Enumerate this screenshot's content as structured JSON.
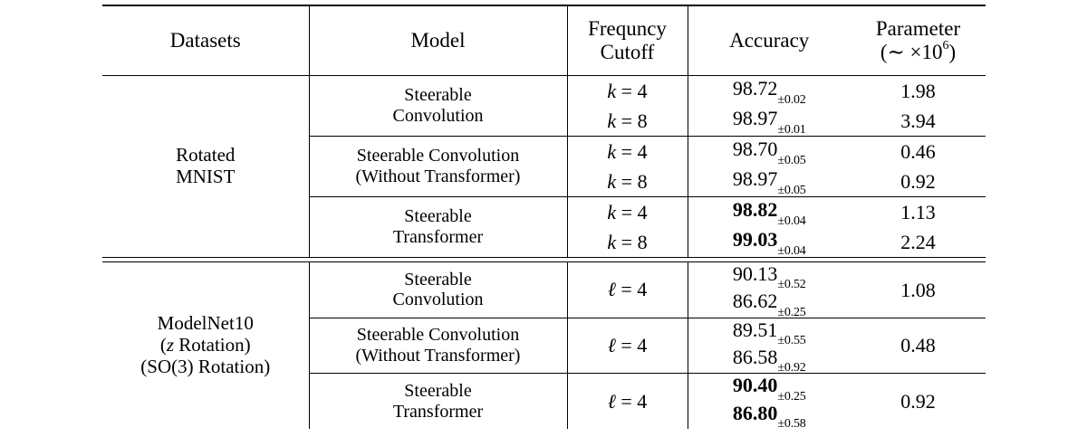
{
  "table": {
    "caption_visible": false,
    "headers": {
      "datasets": "Datasets",
      "model": "Model",
      "frequency_cutoff_line1": "Frequncy",
      "frequency_cutoff_line2": "Cutoff",
      "accuracy": "Accuracy",
      "parameter_line1": "Parameter",
      "parameter_line2_prefix": "(",
      "parameter_line2_tilde": "∼",
      "parameter_line2_times": "×",
      "parameter_line2_base": "10",
      "parameter_line2_exp": "6",
      "parameter_line2_suffix": ")"
    },
    "sections": [
      {
        "id": "rotated-mnist",
        "dataset_lines": [
          "Rotated",
          "MNIST"
        ],
        "groups": [
          {
            "id": "mnist-steerable-convolution",
            "model_lines": [
              "Steerable",
              "Convolution"
            ],
            "parameter": "1.98",
            "parameter_second": "3.94",
            "parameter_spans_rows": false,
            "rows": [
              {
                "cutoff_var": "k",
                "cutoff_eq": "=",
                "cutoff_val": "4",
                "acc_main": "98.72",
                "acc_err": "±0.02",
                "bold": false,
                "param": "1.98"
              },
              {
                "cutoff_var": "k",
                "cutoff_eq": "=",
                "cutoff_val": "8",
                "acc_main": "98.97",
                "acc_err": "±0.01",
                "bold": false,
                "param": "3.94"
              }
            ]
          },
          {
            "id": "mnist-steerable-convolution-without-transformer",
            "model_lines": [
              "Steerable Convolution",
              "(Without Transformer)"
            ],
            "parameter_spans_rows": false,
            "rows": [
              {
                "cutoff_var": "k",
                "cutoff_eq": "=",
                "cutoff_val": "4",
                "acc_main": "98.70",
                "acc_err": "±0.05",
                "bold": false,
                "param": "0.46"
              },
              {
                "cutoff_var": "k",
                "cutoff_eq": "=",
                "cutoff_val": "8",
                "acc_main": "98.97",
                "acc_err": "±0.05",
                "bold": false,
                "param": "0.92"
              }
            ]
          },
          {
            "id": "mnist-steerable-transformer",
            "model_lines": [
              "Steerable",
              "Transformer"
            ],
            "parameter_spans_rows": false,
            "rows": [
              {
                "cutoff_var": "k",
                "cutoff_eq": "=",
                "cutoff_val": "4",
                "acc_main": "98.82",
                "acc_err": "±0.04",
                "bold": true,
                "param": "1.13"
              },
              {
                "cutoff_var": "k",
                "cutoff_eq": "=",
                "cutoff_val": "8",
                "acc_main": "99.03",
                "acc_err": "±0.04",
                "bold": true,
                "param": "2.24"
              }
            ]
          }
        ]
      },
      {
        "id": "modelnet10",
        "dataset_lines": [
          "ModelNet10",
          "(z Rotation)",
          "(SO(3) Rotation)"
        ],
        "dataset_line2_italic_token": "z",
        "groups": [
          {
            "id": "modelnet-steerable-convolution",
            "model_lines": [
              "Steerable",
              "Convolution"
            ],
            "cutoff_var": "ℓ",
            "cutoff_eq": "=",
            "cutoff_val": "4",
            "param": "1.08",
            "accuracies": [
              {
                "acc_main": "90.13",
                "acc_err": "±0.52",
                "bold": false
              },
              {
                "acc_main": "86.62",
                "acc_err": "±0.25",
                "bold": false
              }
            ]
          },
          {
            "id": "modelnet-steerable-convolution-without-transformer",
            "model_lines": [
              "Steerable Convolution",
              "(Without Transformer)"
            ],
            "cutoff_var": "ℓ",
            "cutoff_eq": "=",
            "cutoff_val": "4",
            "param": "0.48",
            "accuracies": [
              {
                "acc_main": "89.51",
                "acc_err": "±0.55",
                "bold": false
              },
              {
                "acc_main": "86.58",
                "acc_err": "±0.92",
                "bold": false
              }
            ]
          },
          {
            "id": "modelnet-steerable-transformer",
            "model_lines": [
              "Steerable",
              "Transformer"
            ],
            "cutoff_var": "ℓ",
            "cutoff_eq": "=",
            "cutoff_val": "4",
            "param": "0.92",
            "accuracies": [
              {
                "acc_main": "90.40",
                "acc_err": "±0.25",
                "bold": true
              },
              {
                "acc_main": "86.80",
                "acc_err": "±0.58",
                "bold": true
              }
            ]
          }
        ]
      }
    ]
  },
  "colors": {
    "rule": "#000000",
    "text": "#000000",
    "background": "#ffffff"
  }
}
